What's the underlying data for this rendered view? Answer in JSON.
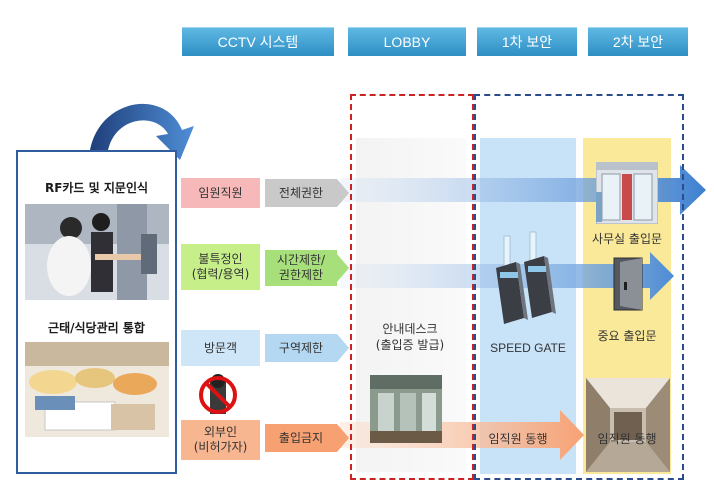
{
  "header": {
    "tabs": [
      "CCTV 시스템",
      "LOBBY",
      "1차 보안",
      "2차 보안"
    ]
  },
  "left_panel": {
    "section1_title": "RF카드 및 지문인식",
    "section2_title": "근태/식당관리 통합"
  },
  "rows": [
    {
      "category": "임원직원",
      "access": "전체권한"
    },
    {
      "category": "불특정인\n(협력/용역)",
      "access": "시간제한/\n권한제한"
    },
    {
      "category": "방문객",
      "access": "구역제한"
    },
    {
      "category": "외부인\n(비허가자)",
      "access": "출입금지"
    }
  ],
  "lobby": {
    "desk_label": "안내데스크\n(출입증 발급)"
  },
  "security1": {
    "gate_label": "SPEED GATE",
    "escort_label": "임직원 동행"
  },
  "security2": {
    "office_label": "사무실 출입문",
    "important_label": "중요 출입문",
    "escort_label": "임직원 동행"
  },
  "colors": {
    "tab": "#2e8fc4",
    "panel_border": "#2f5d9f",
    "lobby_dash": "#cc2222",
    "security_dash": "#2b4c8c",
    "row1_pill": "#f6b8b8",
    "row2_pill": "#c6ef8a",
    "row3_pill": "#cfe6f8",
    "row4_pill": "#f8b690",
    "security1_bg": "#c8e2f7",
    "security2_bg": "#fbe99a"
  }
}
